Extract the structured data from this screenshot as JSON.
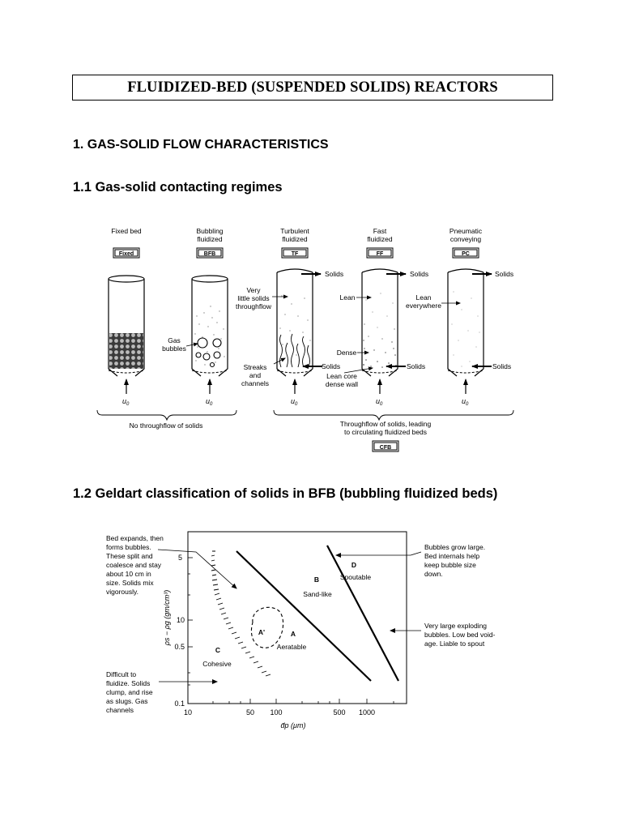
{
  "title": "FLUIDIZED-BED (SUSPENDED SOLIDS) REACTORS",
  "section_1": "1.  GAS-SOLID FLOW CHARACTERISTICS",
  "section_1_1": "1.1  Gas-solid contacting regimes",
  "section_1_2": "1.2  Geldart classification of solids in BFB (bubbling fluidized beds)",
  "regimes": {
    "columns": [
      {
        "name_l1": "Fixed bed",
        "name_l2": "",
        "code": "Fixed"
      },
      {
        "name_l1": "Bubbling",
        "name_l2": "fluidized",
        "code": "BFB"
      },
      {
        "name_l1": "Turbulent",
        "name_l2": "fluidized",
        "code": "TF"
      },
      {
        "name_l1": "Fast",
        "name_l2": "fluidized",
        "code": "FF"
      },
      {
        "name_l1": "Pneumatic",
        "name_l2": "conveying",
        "code": "PC"
      }
    ],
    "velocity_label": "u",
    "velocity_sub": "0",
    "solids": "Solids",
    "gas_bubbles_l1": "Gas",
    "gas_bubbles_l2": "bubbles",
    "very_little_l1": "Very",
    "very_little_l2": "little solids",
    "very_little_l3": "throughflow",
    "streaks_l1": "Streaks",
    "streaks_l2": "and",
    "streaks_l3": "channels",
    "lean": "Lean",
    "dense": "Dense",
    "lean_core_l1": "Lean core",
    "lean_core_l2": "dense wall",
    "lean_everywhere_l1": "Lean",
    "lean_everywhere_l2": "everywhere",
    "no_throughflow": "No throughflow of solids",
    "throughflow_l1": "Throughflow of solids, leading",
    "throughflow_l2": "to circulating fluidized beds",
    "cfb": "CFB"
  },
  "geldart": {
    "xticks": [
      "10",
      "50",
      "100",
      "500",
      "1000"
    ],
    "yticks": [
      "5",
      "10",
      "0.5",
      "0.1"
    ],
    "ylabel": "ρs − ρg (gm/cm³)",
    "xlabel": "d̄p (μm)",
    "group_c": "C",
    "group_c_name": "Cohesive",
    "group_a": "A",
    "group_a_name": "Aeratable",
    "group_a_prime": "A'",
    "group_b": "B",
    "group_b_name": "Sand-like",
    "group_d": "D",
    "group_d_name": "Spoutable",
    "note_b": [
      "Bed expands, then",
      "forms bubbles.",
      "These split and",
      "coalesce and stay",
      "about 10 cm in",
      "size. Solids mix",
      "vigorously."
    ],
    "note_c": [
      "Difficult to",
      "fluidize. Solids",
      "clump, and rise",
      "as slugs. Gas",
      "channels"
    ],
    "note_d1": [
      "Bubbles grow large.",
      "Bed internals help",
      "keep bubble size",
      "down."
    ],
    "note_d2": [
      "Very large exploding",
      "bubbles. Low bed void-",
      "age. Liable to spout"
    ]
  }
}
